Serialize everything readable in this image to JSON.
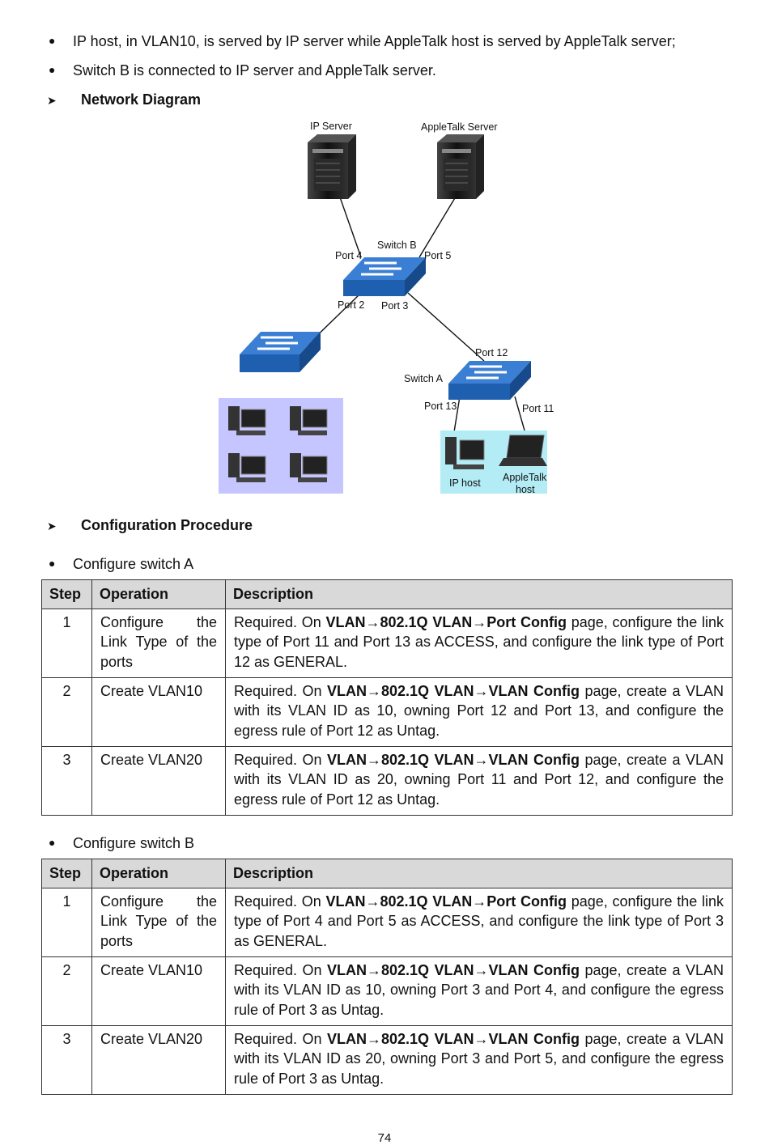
{
  "intro_bullets": [
    "IP host, in VLAN10, is served by IP server while AppleTalk host is served by AppleTalk server;",
    "Switch B is connected to IP server and AppleTalk server."
  ],
  "network_diagram": {
    "heading": "Network Diagram",
    "labels": {
      "ip_server": "IP Server",
      "appletalk_server": "AppleTalk Server",
      "switch_b": "Switch B",
      "port4": "Port 4",
      "port5": "Port 5",
      "port2": "Port 2",
      "port3": "Port 3",
      "port12": "Port 12",
      "switch_a": "Switch A",
      "port13": "Port 13",
      "port11": "Port 11",
      "ip_host": "IP host",
      "appletalk_host_line1": "AppleTalk",
      "appletalk_host_line2": "host"
    },
    "colors": {
      "switch": "#1f5fb0",
      "pc_panel": "#c5c5ff",
      "host_panel": "#b4ecf6"
    }
  },
  "config_heading": "Configuration Procedure",
  "switch_a": {
    "bullet": "Configure switch A",
    "headers": [
      "Step",
      "Operation",
      "Description"
    ],
    "rows": [
      {
        "step": "1",
        "operation": "Configure the Link Type of the ports",
        "desc_pre": "Required. On ",
        "menu_1": "VLAN",
        "menu_2": "802.1Q VLAN",
        "menu_3": "Port Config",
        "desc_post": " page, configure the link type of Port 11 and Port 13 as ACCESS, and configure the link type of Port 12 as GENERAL."
      },
      {
        "step": "2",
        "operation": "Create VLAN10",
        "desc_pre": "Required. On ",
        "menu_1": "VLAN",
        "menu_2": "802.1Q VLAN",
        "menu_3": "VLAN Config",
        "desc_post": " page, create a VLAN with its VLAN ID as 10, owning Port 12 and Port 13, and configure the egress rule of Port 12 as Untag."
      },
      {
        "step": "3",
        "operation": "Create VLAN20",
        "desc_pre": "Required. On ",
        "menu_1": "VLAN",
        "menu_2": "802.1Q VLAN",
        "menu_3": "VLAN Config",
        "desc_post": " page, create a VLAN with its VLAN ID as 20, owning Port 11 and Port 12, and configure the egress rule of Port 12 as Untag."
      }
    ]
  },
  "switch_b": {
    "bullet": "Configure switch B",
    "headers": [
      "Step",
      "Operation",
      "Description"
    ],
    "rows": [
      {
        "step": "1",
        "operation": "Configure the Link Type of the ports",
        "desc_pre": "Required. On ",
        "menu_1": "VLAN",
        "menu_2": "802.1Q VLAN",
        "menu_3": "Port Config",
        "desc_post": " page, configure the link type of Port 4 and Port 5 as ACCESS, and configure the link type of Port 3 as GENERAL."
      },
      {
        "step": "2",
        "operation": "Create VLAN10",
        "desc_pre": "Required. On ",
        "menu_1": "VLAN",
        "menu_2": "802.1Q VLAN",
        "menu_3": "VLAN Config",
        "desc_post": " page, create a VLAN with its VLAN ID as 10, owning Port 3 and Port 4, and configure the egress rule of Port 3 as Untag."
      },
      {
        "step": "3",
        "operation": "Create VLAN20",
        "desc_pre": "Required. On ",
        "menu_1": "VLAN",
        "menu_2": "802.1Q VLAN",
        "menu_3": "VLAN Config",
        "desc_post": " page, create a VLAN with its VLAN ID as 20, owning Port 3 and Port 5, and configure the egress rule of Port 3 as Untag."
      }
    ]
  },
  "page_number": "74"
}
